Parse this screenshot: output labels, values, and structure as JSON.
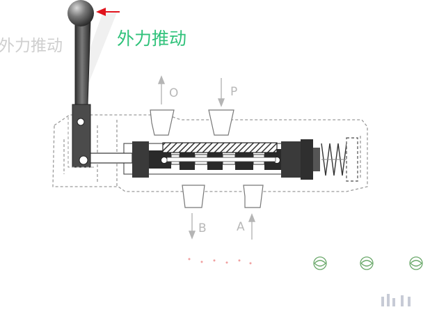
{
  "labels": {
    "ghost_force": "外力推动",
    "force": "外力推动",
    "ports": {
      "O": "O",
      "P": "P",
      "B": "B",
      "A": "A"
    }
  },
  "colors": {
    "force_label": "#2fc27a",
    "force_arrow": "#e0141d",
    "handle": "#4b4b4b",
    "spool": "#2a2a2a",
    "outline": "#9a9a9a",
    "port_arrow": "#b5b5b5"
  }
}
